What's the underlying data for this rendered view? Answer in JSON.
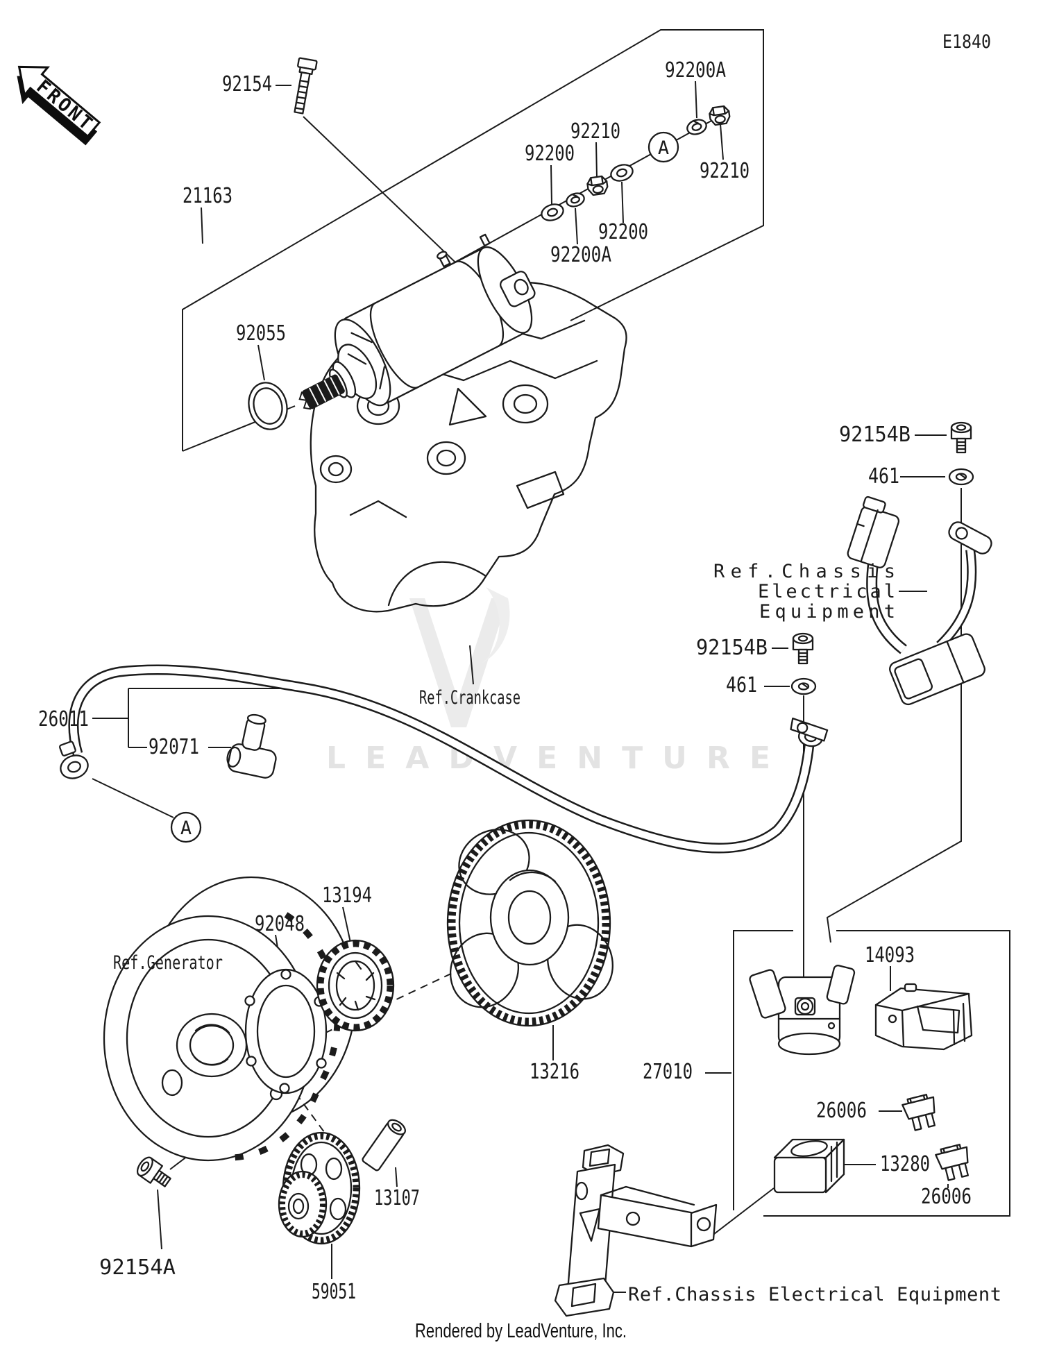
{
  "page": {
    "diagram_code": "E1840",
    "watermark": "LEADVENTURE",
    "footer": "Rendered by LeadVenture, Inc.",
    "front_label": "FRONT",
    "detail_marker": "A"
  },
  "labels": {
    "p92154": "92154",
    "p21163": "21163",
    "p92055": "92055",
    "p92200a_top": "92200A",
    "p92210_right": "92210",
    "p92210_left": "92210",
    "p92200_left": "92200",
    "p92200_mid": "92200",
    "p92200a_bottom": "92200A",
    "p92154b_1": "92154B",
    "p461_1": "461",
    "ref_chassis_line1": "Ref.Chassis",
    "ref_chassis_line2": "Electrical",
    "ref_chassis_line3": "Equipment",
    "p92154b_2": "92154B",
    "p461_2": "461",
    "ref_crankcase": "Ref.Crankcase",
    "p26011": "26011",
    "p92071": "92071",
    "ref_generator": "Ref.Generator",
    "p92048": "92048",
    "p13194": "13194",
    "p13216": "13216",
    "p27010": "27010",
    "p14093": "14093",
    "p26006_mid": "26006",
    "p13280": "13280",
    "p26006_bottom": "26006",
    "p13107": "13107",
    "p59051": "59051",
    "p92154a": "92154A",
    "ref_chassis_bottom": "Ref.Chassis Electrical Equipment"
  }
}
